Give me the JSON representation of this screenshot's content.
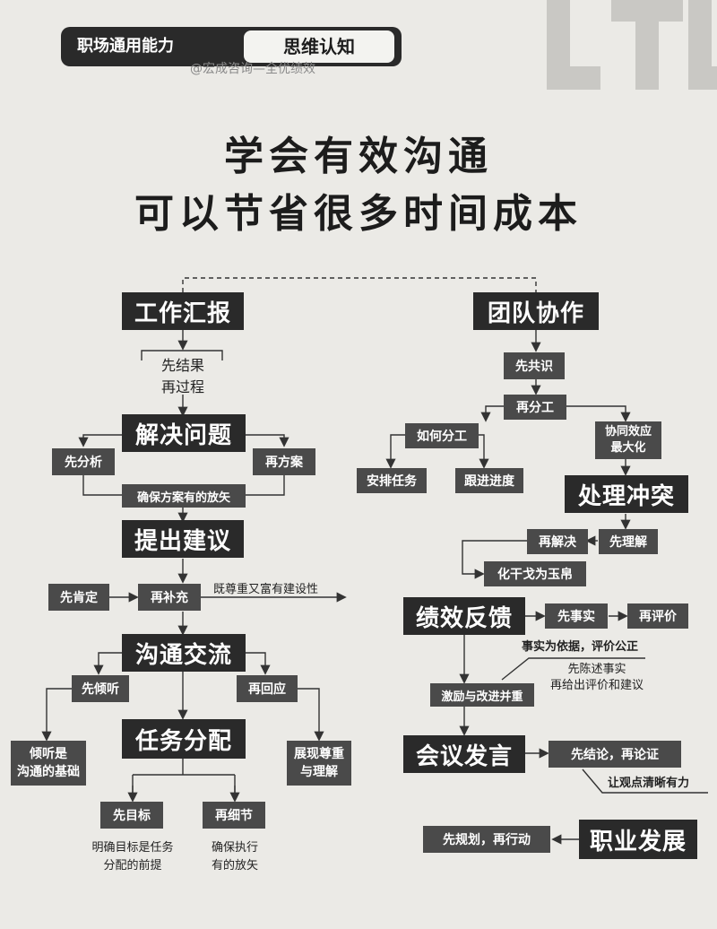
{
  "header": {
    "tag_left": "职场通用能力",
    "tag_right": "思维认知",
    "watermark": "@宏成咨询—全优绩效",
    "logo_text": "LTL",
    "title_line1": "学会有效沟通",
    "title_line2": "可以节省很多时间成本"
  },
  "left": {
    "report": "工作汇报",
    "report_note": "先结果\n再过程",
    "solve": "解决问题",
    "analyze_first": "先分析",
    "plan_then": "再方案",
    "ensure_plan": "确保方案有的放矢",
    "suggest": "提出建议",
    "affirm_first": "先肯定",
    "supplement_then": "再补充",
    "respect_note": "既尊重又富有建设性",
    "communicate": "沟通交流",
    "listen_first": "先倾听",
    "respond_then": "再回应",
    "listen_basis": "倾听是\n沟通的基础",
    "respect_understand": "展现尊重\n与理解",
    "task": "任务分配",
    "goal_first": "先目标",
    "detail_then": "再细节",
    "goal_note": "明确目标是任务\n分配的前提",
    "detail_note": "确保执行\n有的放矢"
  },
  "right": {
    "team": "团队协作",
    "consensus_first": "先共识",
    "divide_then": "再分工",
    "how_divide": "如何分工",
    "synergy": "协同效应\n最大化",
    "assign_tasks": "安排任务",
    "follow_progress": "跟进进度",
    "conflict": "处理冲突",
    "understand_first": "先理解",
    "resolve_then": "再解决",
    "peace": "化干戈为玉帛",
    "feedback": "绩效反馈",
    "facts_first": "先事实",
    "evaluate_then": "再评价",
    "facts_basis": "事实为依据，评价公正",
    "facts_note": "先陈述事实\n再给出评价和建议",
    "motivate": "激励与改进并重",
    "meeting": "会议发言",
    "conclusion_first": "先结论，再论证",
    "clear_view": "让观点清晰有力",
    "career": "职业发展",
    "plan_act": "先规划，再行动"
  }
}
